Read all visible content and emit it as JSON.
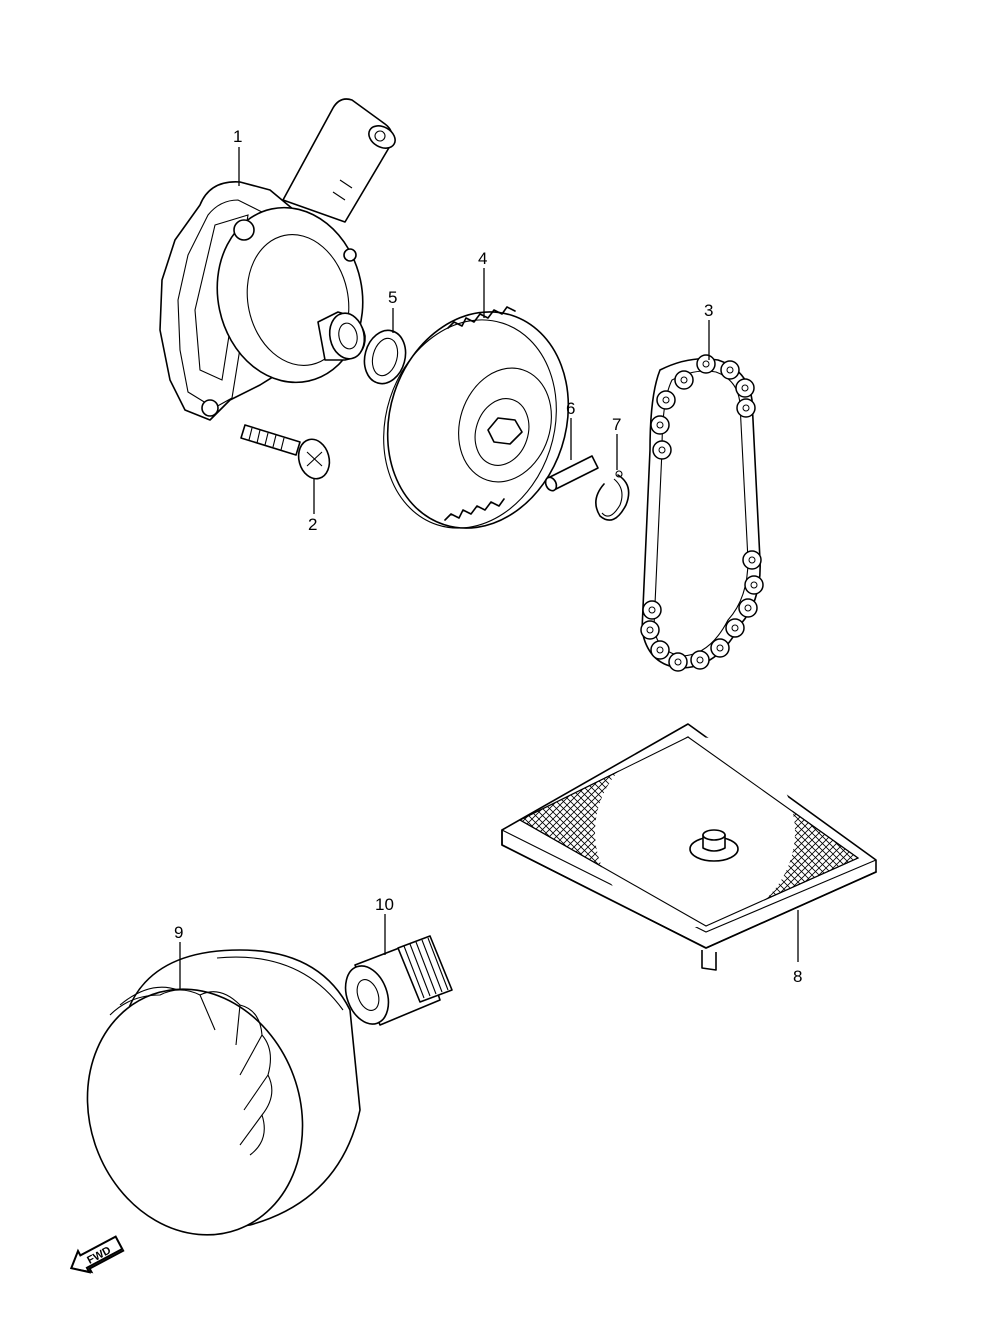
{
  "diagram": {
    "callouts": [
      {
        "id": "1",
        "label": "1"
      },
      {
        "id": "2",
        "label": "2"
      },
      {
        "id": "3",
        "label": "3"
      },
      {
        "id": "4",
        "label": "4"
      },
      {
        "id": "5",
        "label": "5"
      },
      {
        "id": "6",
        "label": "6"
      },
      {
        "id": "7",
        "label": "7"
      },
      {
        "id": "8",
        "label": "8"
      },
      {
        "id": "9",
        "label": "9"
      },
      {
        "id": "10",
        "label": "10"
      }
    ],
    "direction_marker": {
      "label": "FWD",
      "icon": "forward-arrow-icon"
    }
  }
}
